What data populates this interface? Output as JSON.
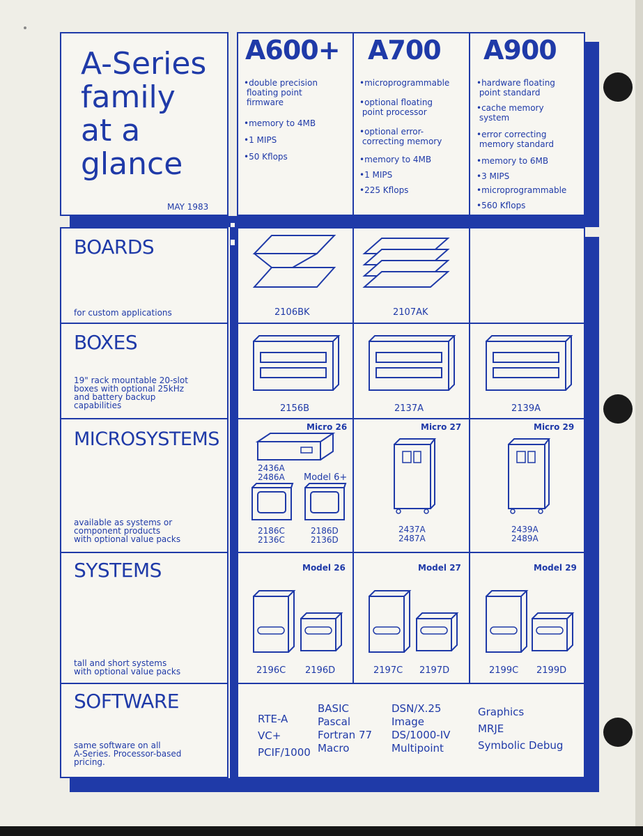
{
  "title": {
    "line1": "A-Series",
    "line2": "family",
    "line3": "at a",
    "line4": "glance",
    "date": "MAY 1983"
  },
  "models": [
    {
      "name": "A600+",
      "specs": [
        "•double precision\n floating point\n firmware",
        "•memory to 4MB",
        "•1 MIPS",
        "•50 Kflops"
      ]
    },
    {
      "name": "A700",
      "specs": [
        "•microprogrammable",
        "•optional floating\n point processor",
        "•optional error-\n correcting memory",
        "•memory to 4MB",
        "•1 MIPS",
        "•225 Kflops"
      ]
    },
    {
      "name": "A900",
      "specs": [
        "•hardware floating\n point standard",
        "•cache memory\n system",
        "•error correcting\n memory standard",
        "•memory to 6MB",
        "•3 MIPS",
        "•microprogrammable",
        "•560 Kflops"
      ]
    }
  ],
  "rows": {
    "boards": {
      "label": "BOARDS",
      "desc": "for custom applications",
      "items": [
        "2106BK",
        "2107AK"
      ]
    },
    "boxes": {
      "label": "BOXES",
      "desc": "19\" rack mountable 20-slot\nboxes with optional 25kHz\nand battery backup\ncapabilities",
      "items": [
        "2156B",
        "2137A",
        "2139A"
      ]
    },
    "microsystems": {
      "label": "MICROSYSTEMS",
      "desc": "available as systems or\ncomponent products\nwith optional value packs",
      "tags": [
        "Micro 26",
        "Micro 27",
        "Micro 29"
      ],
      "model6": "Model 6+",
      "parts": [
        "2436A\n2486A",
        "2186C\n2136C",
        "2186D\n2136D",
        "2437A\n2487A",
        "2439A\n2489A"
      ]
    },
    "systems": {
      "label": "SYSTEMS",
      "desc": "tall and short systems\nwith optional value packs",
      "tags": [
        "Model 26",
        "Model 27",
        "Model 29"
      ],
      "parts": [
        "2196C",
        "2196D",
        "2197C",
        "2197D",
        "2199C",
        "2199D"
      ]
    },
    "software": {
      "label": "SOFTWARE",
      "desc": "same software on all\nA-Series. Processor-based\npricing.",
      "col1": "RTE-A\nVC+\nPCIF/1000",
      "col2": "BASIC\nPascal\nFortran 77\nMacro",
      "col3": "DSN/X.25\nImage\nDS/1000-IV\nMultipoint",
      "col4": "Graphics\nMRJE\nSymbolic Debug"
    }
  },
  "colors": {
    "ink": "#1f3aa8",
    "paper": "#efeee7"
  }
}
